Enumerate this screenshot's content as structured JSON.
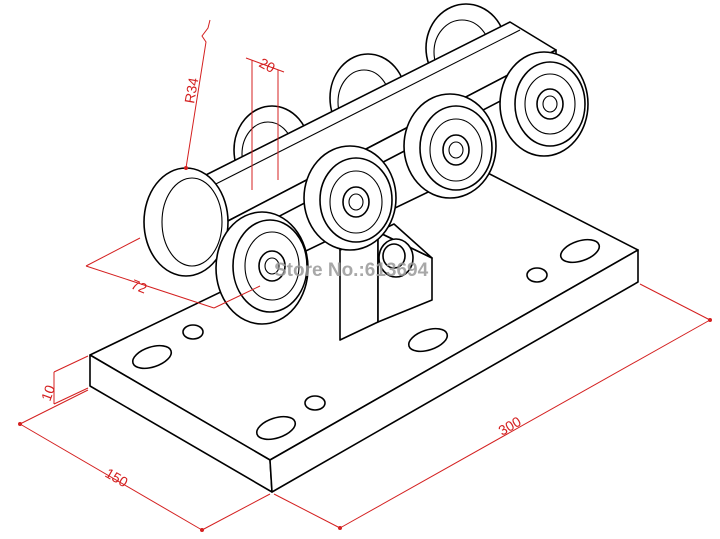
{
  "drawing": {
    "subject": "sliding gate roller carriage",
    "colors": {
      "ink": "#000000",
      "dimension": "#d42020",
      "watermark": "#9a9a9a"
    }
  },
  "dimensions": {
    "radius_label": "R34",
    "width_top_label": "20",
    "wheel_spacing_label": "72",
    "plate_thickness_label": "10",
    "plate_width_label": "150",
    "plate_length_label": "300"
  },
  "watermark": {
    "text": "Store No.:613694"
  }
}
